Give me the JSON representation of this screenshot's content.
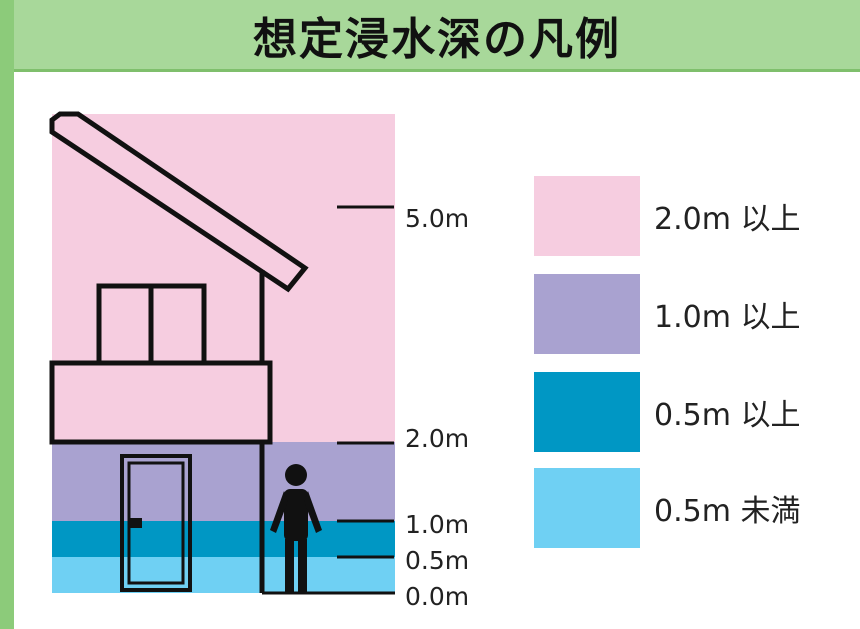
{
  "title": "想定浸水深の凡例",
  "colors": {
    "frame_green": "#8ccb7a",
    "header_green": "#a8d89a",
    "level_2m_plus": "#f6cde0",
    "level_1m_plus": "#a9a2d0",
    "level_05m_plus": "#0097c4",
    "level_under_05m": "#6fd0f3",
    "outline": "#111111"
  },
  "depth_scale": {
    "labels": [
      "5.0m",
      "2.0m",
      "1.0m",
      "0.5m",
      "0.0m"
    ]
  },
  "legend": [
    {
      "label": "2.0m 以上",
      "color": "#f6cde0"
    },
    {
      "label": "1.0m 以上",
      "color": "#a9a2d0"
    },
    {
      "label": "0.5m 以上",
      "color": "#0097c4"
    },
    {
      "label": "0.5m 未満",
      "color": "#6fd0f3"
    }
  ]
}
